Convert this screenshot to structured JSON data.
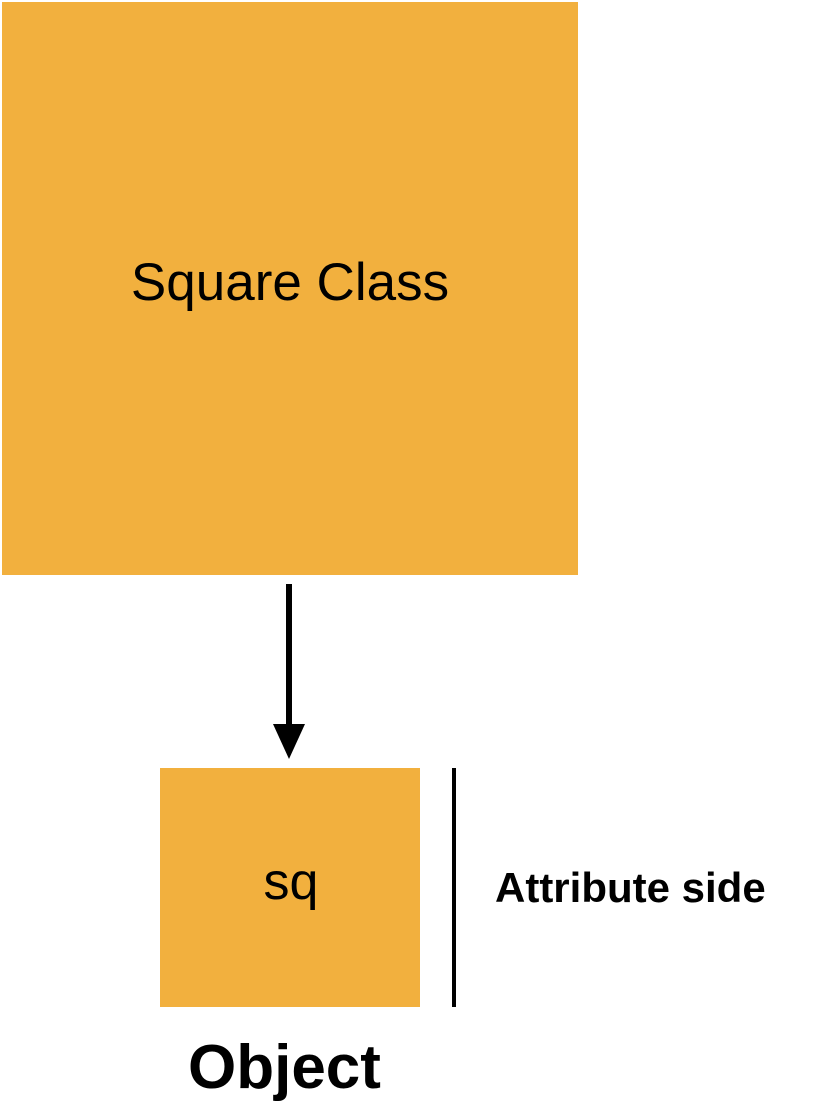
{
  "colors": {
    "box_fill": "#f2b03e",
    "line": "#000000",
    "text": "#000000"
  },
  "class_box": {
    "label": "Square Class"
  },
  "object_box": {
    "label": "sq"
  },
  "attribute": {
    "label": "Attribute side"
  },
  "object_caption": "Object"
}
